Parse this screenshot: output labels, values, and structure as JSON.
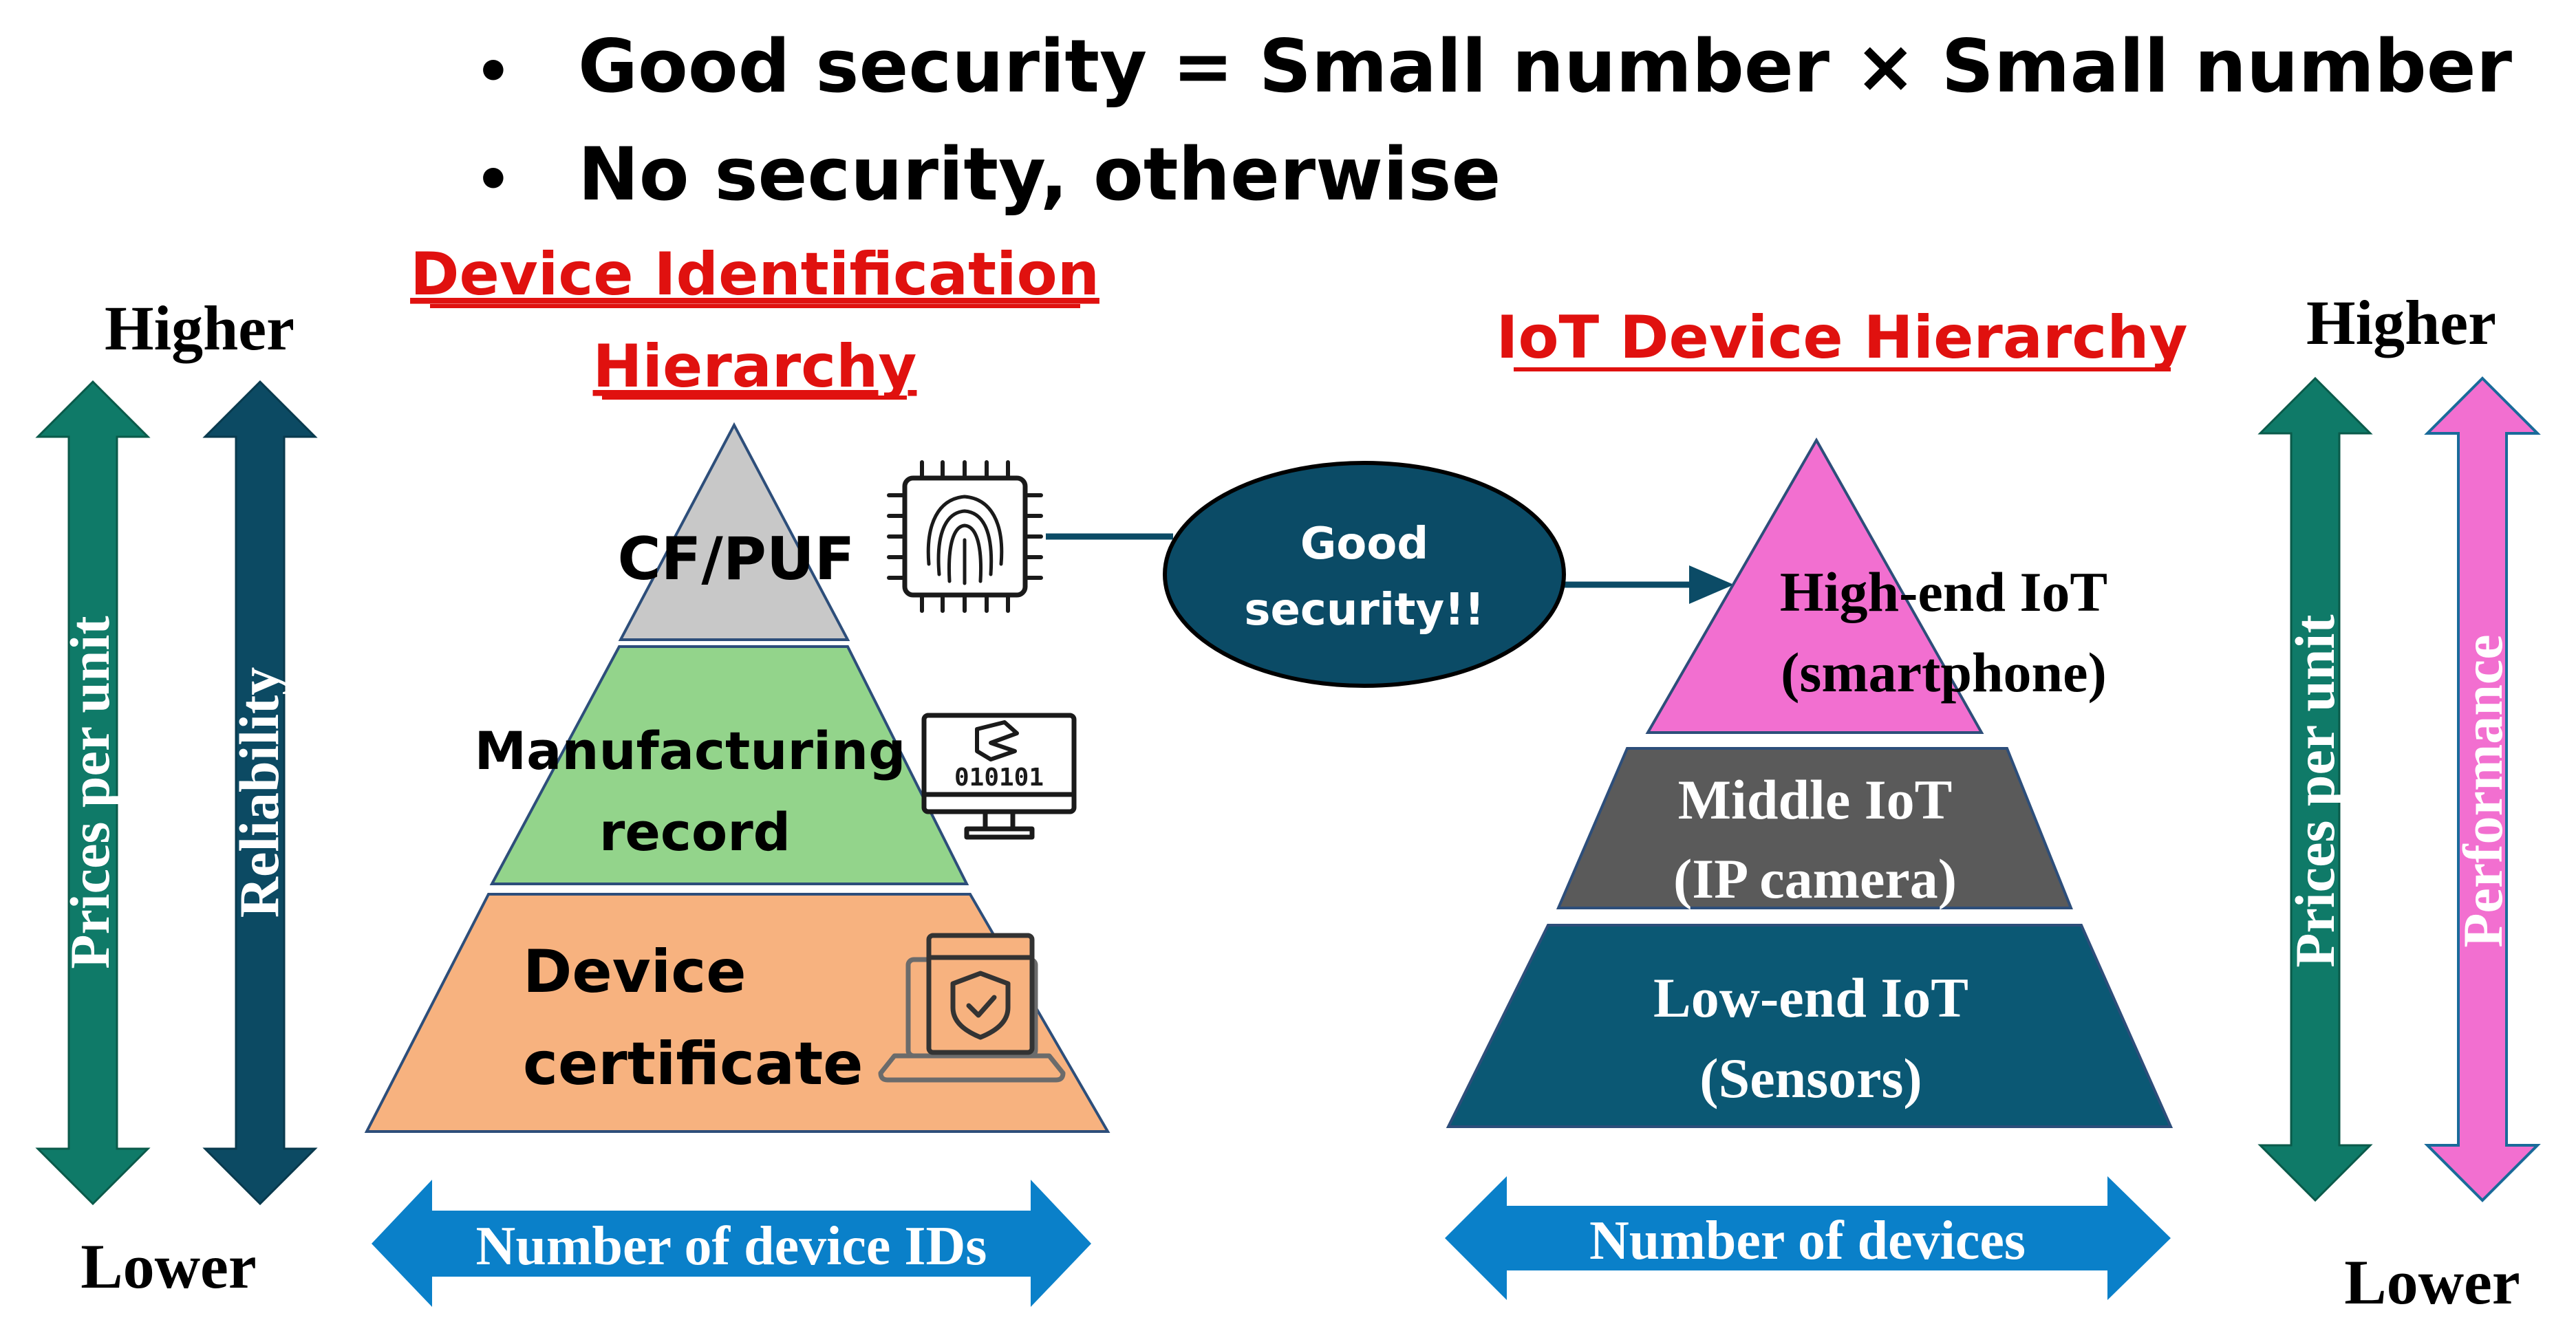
{
  "bullets": [
    "Good security = Small number × Small number",
    "No security, otherwise"
  ],
  "bullet_symbol": "•",
  "left_axis": {
    "higher": "Higher",
    "lower": "Lower",
    "arrow1_label": "Prices per unit",
    "arrow2_label": "Reliability",
    "arrow1_color": "#0f7a68",
    "arrow2_color": "#0c4a63"
  },
  "right_axis": {
    "higher": "Higher",
    "lower": "Lower",
    "arrow1_label": "Prices per unit",
    "arrow2_label": "Performance",
    "arrow1_color": "#0f7a68",
    "arrow2_color": "#f26fd0"
  },
  "left_pyramid": {
    "title_line1": "Device Identification",
    "title_line2": "Hierarchy",
    "title_color": "#e0110f",
    "tiers": [
      {
        "label_line1": "CF/PUF",
        "label_line2": "",
        "color": "#c8c8c8",
        "icon": "fingerprint-chip-icon"
      },
      {
        "label_line1": "Manufacturing",
        "label_line2": "record",
        "color": "#93d48b",
        "icon": "monitor-binary-icon",
        "icon_text": "010101"
      },
      {
        "label_line1": "Device",
        "label_line2": "certificate",
        "color": "#f7b27f",
        "icon": "shield-laptop-icon"
      }
    ],
    "bottom_arrow_label": "Number of device IDs",
    "bottom_arrow_color": "#0a80c9"
  },
  "right_pyramid": {
    "title": "IoT Device Hierarchy",
    "title_color": "#e0110f",
    "tiers": [
      {
        "label_line1": "High-end IoT",
        "label_line2": "(smartphone)",
        "color": "#f26fd0"
      },
      {
        "label_line1": "Middle IoT",
        "label_line2": "(IP camera)",
        "color": "#5a5a5a"
      },
      {
        "label_line1": "Low-end IoT",
        "label_line2": "(Sensors)",
        "color": "#0b5874"
      }
    ],
    "bottom_arrow_label": "Number of devices",
    "bottom_arrow_color": "#0a80c9"
  },
  "connector": {
    "line1": "Good",
    "line2": "security!!",
    "color": "#0b4b66"
  }
}
